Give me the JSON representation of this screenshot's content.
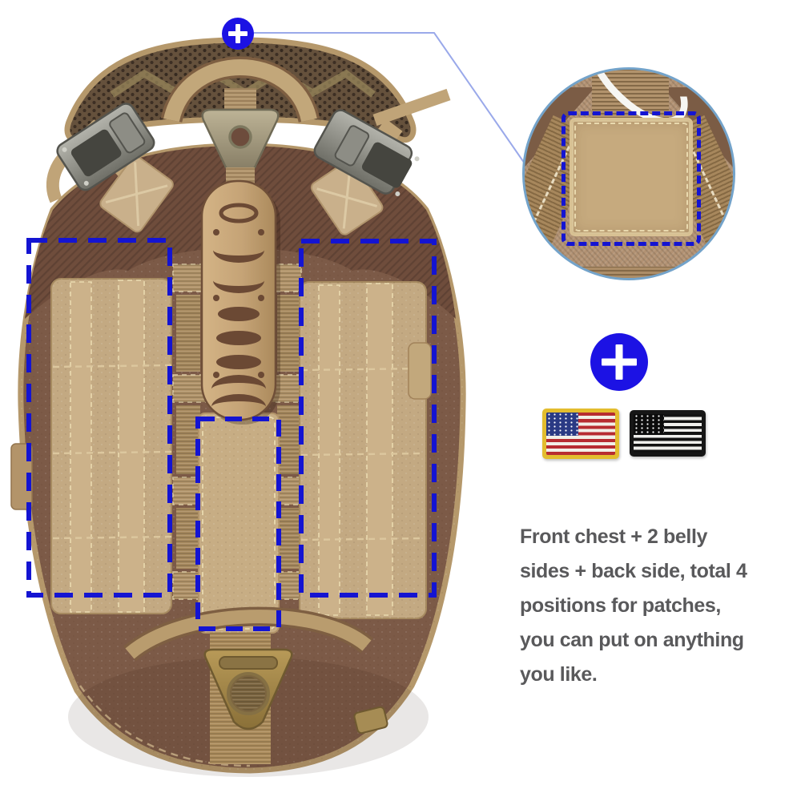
{
  "annotation": {
    "lines": [
      "Front chest + 2 belly",
      "sides + back side, total 4",
      "positions for patches,",
      "you can put on anything",
      "you like."
    ],
    "full_text": "Front chest + 2 belly sides + back side, total 4 positions for patches, you can put on anything you like.",
    "text_color": "#59595b"
  },
  "callout": {
    "plus_glyph": "+",
    "accent_blue": "#1c12e4",
    "dash_blue": "#1414d2",
    "line_blue": "#9aa9ea",
    "inset_border": "#73a3ca"
  },
  "patch_zones": {
    "total": 4,
    "names": [
      "front chest (inset detail)",
      "left belly side",
      "back center",
      "right belly side"
    ]
  },
  "patches": {
    "color_flag": {
      "name": "US flag patch (color)",
      "border": "#e3bd2e",
      "stripe_red": "#b72c31",
      "canton_blue": "#2a3a84"
    },
    "bw_flag": {
      "name": "US flag patch (black and white)",
      "border": "#161616",
      "stripe_dark": "#121212",
      "canton": "#0c0c0c"
    }
  },
  "product": {
    "subject": "tactical dog harness vest, khaki/coyote brown, top view"
  }
}
